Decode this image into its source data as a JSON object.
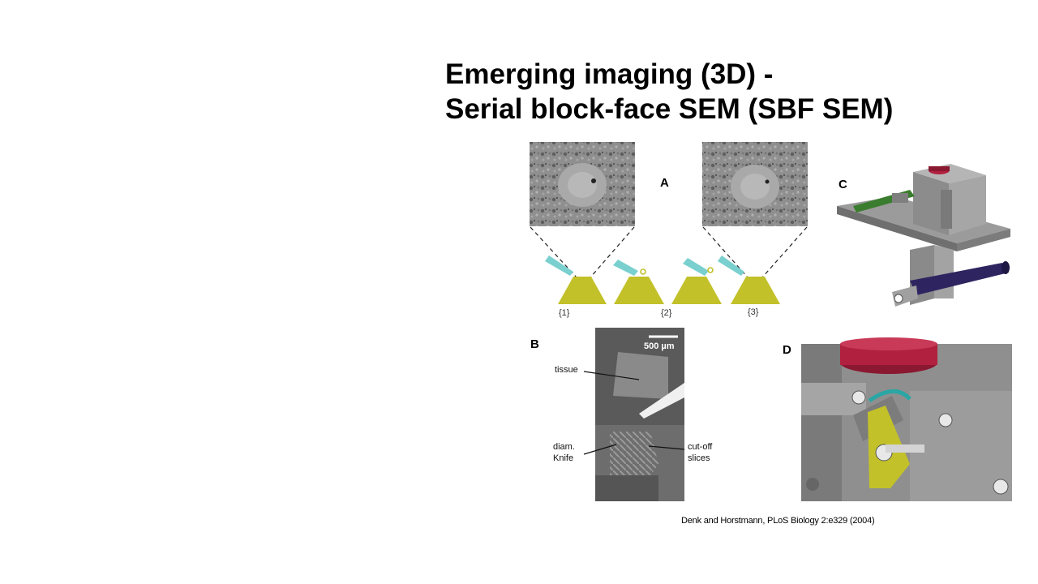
{
  "slide": {
    "title_line1": "Emerging imaging (3D) -",
    "title_line2": "Serial block-face SEM (SBF SEM)",
    "citation": "Denk and Horstmann, PLoS Biology 2:e329 (2004)"
  },
  "figure": {
    "panel_labels": {
      "a": "A",
      "b": "B",
      "c": "C",
      "d": "D"
    },
    "panel_a": {
      "steps": [
        "{1}",
        "{2}",
        "{3}"
      ]
    },
    "panel_b": {
      "scale_bar": "500 µm",
      "tissue": "tissue",
      "knife_line1": "diam.",
      "knife_line2": "Knife",
      "slices_line1": "cut-off",
      "slices_line2": "slices"
    }
  },
  "colors": {
    "block": "#c2c12a",
    "knife": "#79d0cf",
    "machine_gray": "#8a8a8a",
    "magnet_red": "#b22040",
    "rod_navy": "#2e2560",
    "arm_green": "#3a7d2e"
  }
}
